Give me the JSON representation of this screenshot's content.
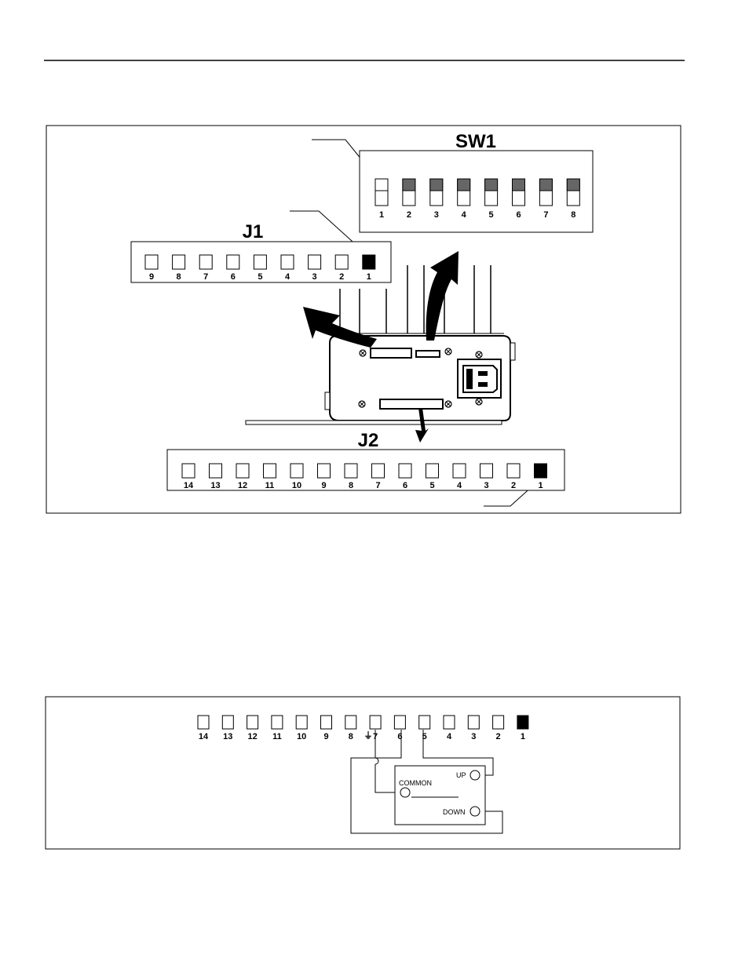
{
  "figure1": {
    "sw1": {
      "title": "SW1",
      "switches": [
        {
          "label": "1",
          "state": "off"
        },
        {
          "label": "2",
          "state": "on"
        },
        {
          "label": "3",
          "state": "on"
        },
        {
          "label": "4",
          "state": "on"
        },
        {
          "label": "5",
          "state": "on"
        },
        {
          "label": "6",
          "state": "on"
        },
        {
          "label": "7",
          "state": "on"
        },
        {
          "label": "8",
          "state": "on"
        }
      ]
    },
    "j1": {
      "title": "J1",
      "pins": [
        {
          "label": "9",
          "filled": false
        },
        {
          "label": "8",
          "filled": false
        },
        {
          "label": "7",
          "filled": false
        },
        {
          "label": "6",
          "filled": false
        },
        {
          "label": "5",
          "filled": false
        },
        {
          "label": "4",
          "filled": false
        },
        {
          "label": "3",
          "filled": false
        },
        {
          "label": "2",
          "filled": false
        },
        {
          "label": "1",
          "filled": true
        }
      ]
    },
    "j2": {
      "title": "J2",
      "pins": [
        {
          "label": "14",
          "filled": false
        },
        {
          "label": "13",
          "filled": false
        },
        {
          "label": "12",
          "filled": false
        },
        {
          "label": "11",
          "filled": false
        },
        {
          "label": "10",
          "filled": false
        },
        {
          "label": "9",
          "filled": false
        },
        {
          "label": "8",
          "filled": false
        },
        {
          "label": "7",
          "filled": false
        },
        {
          "label": "6",
          "filled": false
        },
        {
          "label": "5",
          "filled": false
        },
        {
          "label": "4",
          "filled": false
        },
        {
          "label": "3",
          "filled": false
        },
        {
          "label": "2",
          "filled": false
        },
        {
          "label": "1",
          "filled": true
        }
      ]
    }
  },
  "figure2": {
    "pins": [
      {
        "label": "14",
        "filled": false
      },
      {
        "label": "13",
        "filled": false
      },
      {
        "label": "12",
        "filled": false
      },
      {
        "label": "11",
        "filled": false
      },
      {
        "label": "10",
        "filled": false
      },
      {
        "label": "9",
        "filled": false
      },
      {
        "label": "8",
        "filled": false
      },
      {
        "label": "7",
        "filled": false
      },
      {
        "label": "6",
        "filled": false
      },
      {
        "label": "5",
        "filled": false
      },
      {
        "label": "4",
        "filled": false
      },
      {
        "label": "3",
        "filled": false
      },
      {
        "label": "2",
        "filled": false
      },
      {
        "label": "1",
        "filled": true
      }
    ],
    "ground_symbol": "⏚",
    "switch_labels": {
      "up": "UP",
      "common": "COMMON",
      "down": "DOWN"
    }
  }
}
